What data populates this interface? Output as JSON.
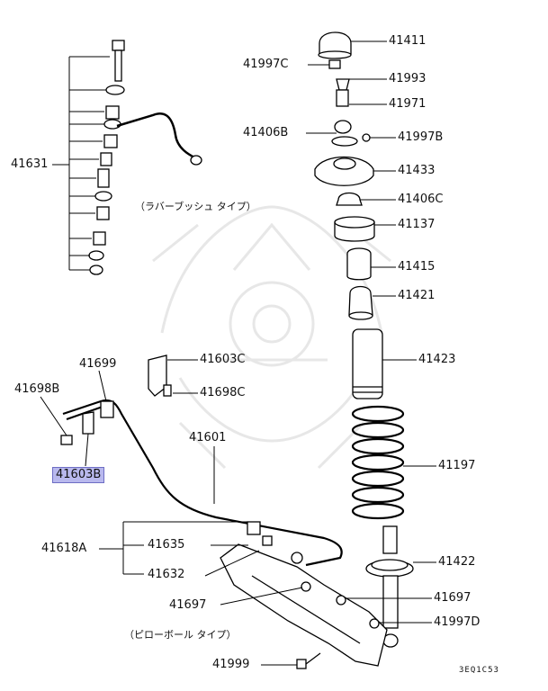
{
  "diagram": {
    "parts": {
      "p41411": "41411",
      "p41997C": "41997C",
      "p41993": "41993",
      "p41971": "41971",
      "p41406B": "41406B",
      "p41997B": "41997B",
      "p41433": "41433",
      "p41406C": "41406C",
      "p41137": "41137",
      "p41415": "41415",
      "p41421": "41421",
      "p41423": "41423",
      "p41197": "41197",
      "p41422": "41422",
      "p41697a": "41697",
      "p41997D": "41997D",
      "p41631": "41631",
      "p41699": "41699",
      "p41603C": "41603C",
      "p41698B": "41698B",
      "p41698C": "41698C",
      "p41601": "41601",
      "p41603B": "41603B",
      "p41618A": "41618A",
      "p41635": "41635",
      "p41632": "41632",
      "p41697b": "41697",
      "p41999": "41999"
    },
    "notes": {
      "rubber_bush": "（ラバーブッシュ タイプ）",
      "pillow_ball": "（ピローボール タイプ）"
    },
    "diagram_code": "3EQ1C53",
    "highlighted_part": "41603B",
    "colors": {
      "highlight_fill": "#b9b9ee",
      "highlight_border": "#6d6dc4",
      "line": "#000000"
    }
  }
}
